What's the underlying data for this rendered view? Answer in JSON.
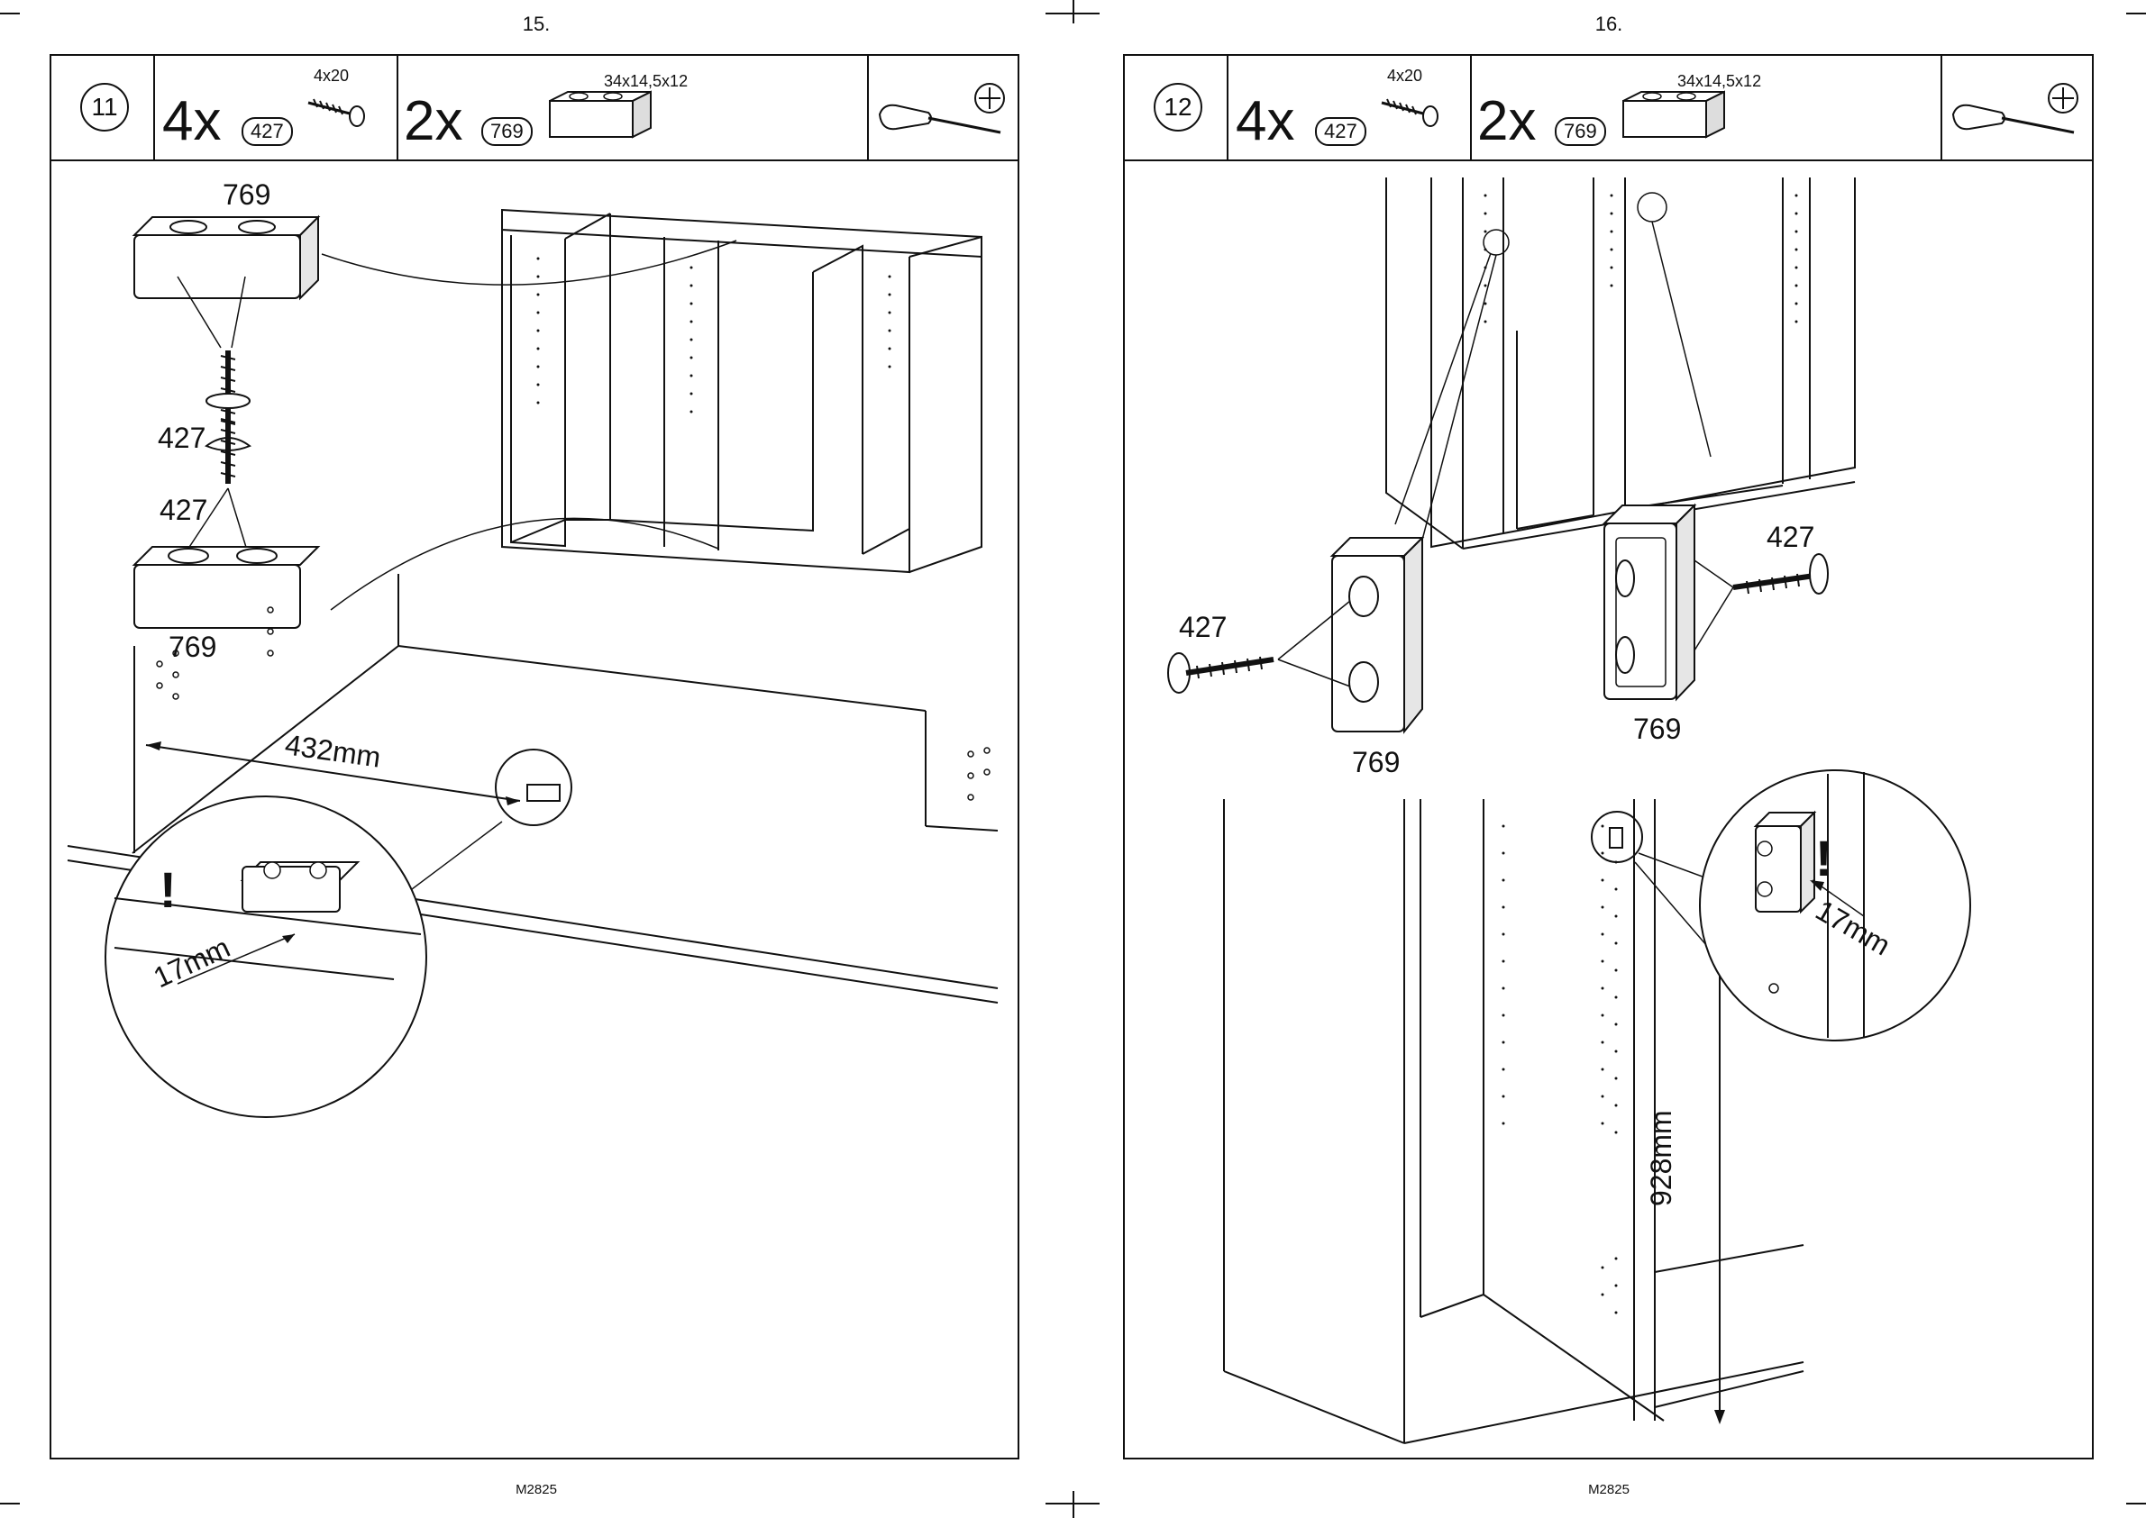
{
  "pages": [
    {
      "page_number": "15.",
      "footer": "M2825",
      "step": "11",
      "screws": {
        "qty": "4x",
        "part": "427",
        "spec": "4x20"
      },
      "blocks": {
        "qty": "2x",
        "part": "769",
        "spec": "34x14,5x12"
      },
      "labels": {
        "block_top": "769",
        "screw_top": "427",
        "screw_bottom": "427",
        "block_bottom": "769",
        "distance": "432mm",
        "offset": "17mm",
        "warning": "!"
      }
    },
    {
      "page_number": "16.",
      "footer": "M2825",
      "step": "12",
      "screws": {
        "qty": "4x",
        "part": "427",
        "spec": "4x20"
      },
      "blocks": {
        "qty": "2x",
        "part": "769",
        "spec": "34x14,5x12"
      },
      "labels": {
        "screw_left": "427",
        "block_left": "769",
        "screw_right": "427",
        "block_right": "769",
        "height": "928mm",
        "offset": "17mm",
        "warning": "!"
      }
    }
  ]
}
